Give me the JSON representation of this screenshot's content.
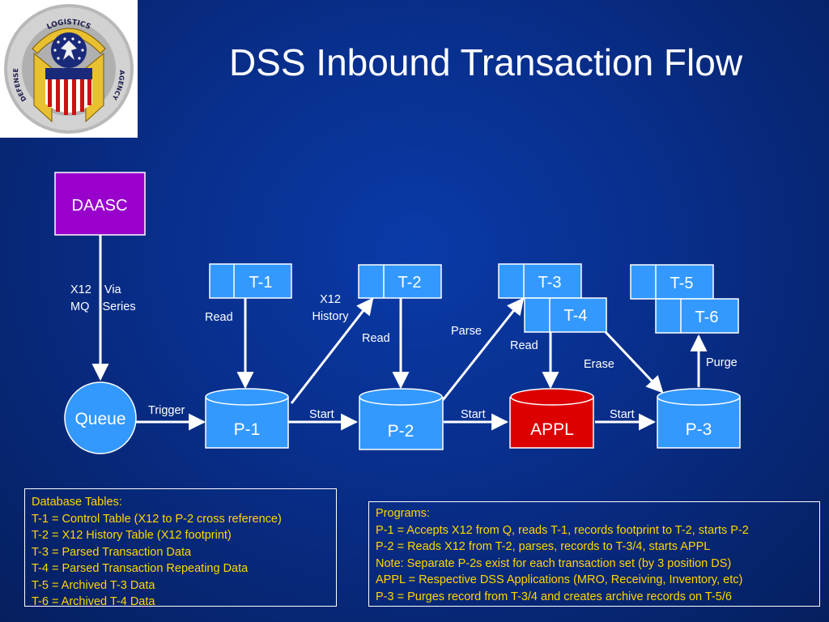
{
  "title": "DSS Inbound Transaction Flow",
  "logo": {
    "ring_text_top": "LOGISTICS",
    "ring_text_left": "DEFENSE",
    "ring_text_right": "AGENCY"
  },
  "nodes": {
    "daasc": "DAASC",
    "queue": "Queue",
    "p1": "P-1",
    "p2": "P-2",
    "appl": "APPL",
    "p3": "P-3",
    "t1": "T-1",
    "t2": "T-2",
    "t3": "T-3",
    "t4": "T-4",
    "t5": "T-5",
    "t6": "T-6"
  },
  "edge_labels": {
    "x12_line1": "X12    Via",
    "x12_line2": "MQ    Series",
    "trigger": "Trigger",
    "read_t1": "Read",
    "x12_history_1": "X12",
    "x12_history_2": "History",
    "start_p2": "Start",
    "read_t2": "Read",
    "parse": "Parse",
    "start_appl": "Start",
    "read_t4": "Read",
    "erase": "Erase",
    "start_p3": "Start",
    "purge": "Purge"
  },
  "colors": {
    "node_blue": "#3399ff",
    "daasc_purple": "#9900cc",
    "appl_red": "#dd0000",
    "legend_text": "#ffd700"
  },
  "database_tables": {
    "heading": "Database Tables:",
    "items": [
      "T-1 = Control Table (X12 to P-2 cross reference)",
      "T-2 = X12 History Table (X12 footprint)",
      "T-3 = Parsed Transaction Data",
      "T-4 = Parsed Transaction Repeating Data",
      "T-5 = Archived T-3 Data",
      "T-6 = Archived T-4 Data"
    ]
  },
  "programs": {
    "heading": "Programs:",
    "items": [
      "P-1 = Accepts X12 from Q, reads T-1, records footprint to T-2, starts P-2",
      "P-2 = Reads X12 from T-2, parses, records to T-3/4, starts APPL",
      "Note: Separate P-2s exist for each transaction set (by 3 position DS)",
      "APPL = Respective DSS Applications (MRO, Receiving, Inventory, etc)",
      "P-3 = Purges record from T-3/4 and creates archive records on T-5/6"
    ]
  }
}
